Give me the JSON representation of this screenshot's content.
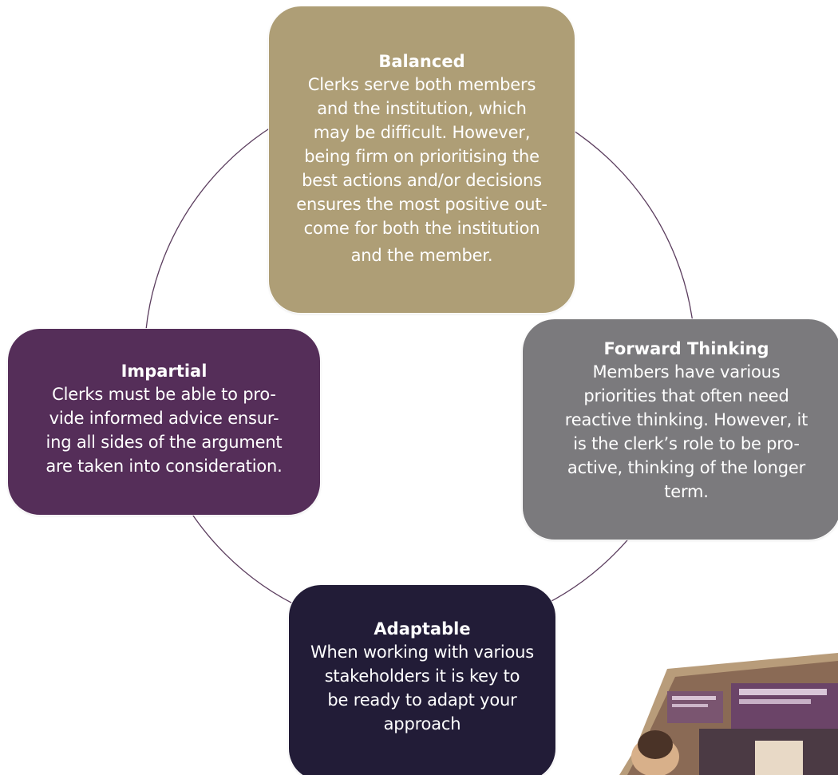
{
  "diagram": {
    "ring_color": "#5b3d5e",
    "nodes": [
      {
        "id": "balanced",
        "title": "Balanced",
        "description_lines": [
          "Clerks serve both members",
          "and the institution, which",
          "may be difficult. However,",
          "being firm on prioritising the",
          "best actions and/or decisions",
          "ensures the most positive out-",
          "come for both the institution",
          "and the member."
        ],
        "color": "#ae9e76"
      },
      {
        "id": "forward-thinking",
        "title": "Forward Thinking",
        "description_lines": [
          "Members have various",
          "priorities that often need",
          "reactive thinking. However, it",
          "is the clerk’s role to be pro-",
          "active, thinking of the longer",
          "term."
        ],
        "color": "#7b7a7d"
      },
      {
        "id": "impartial",
        "title": "Impartial",
        "description_lines": [
          "Clerks must be able to pro-",
          "vide informed advice ensur-",
          "ing all sides of the argument",
          "are taken into consideration."
        ],
        "color": "#552e59"
      },
      {
        "id": "adaptable",
        "title": "Adaptable",
        "description_lines": [
          "When working with various",
          "stakeholders it is key to",
          "be ready to adapt your",
          "approach"
        ],
        "color": "#221c37"
      }
    ]
  },
  "photo": {
    "icon": "photo-thumbnail"
  }
}
